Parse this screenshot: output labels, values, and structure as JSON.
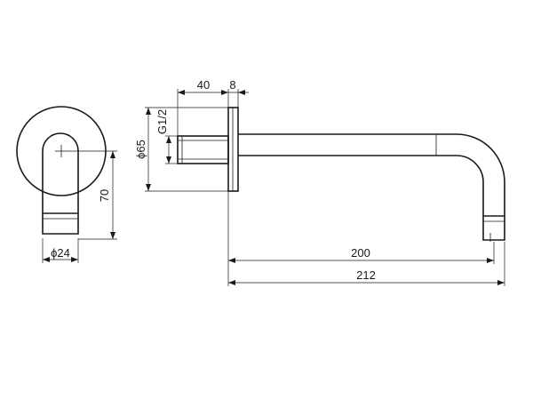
{
  "dimensions": {
    "outlet_diameter": "ϕ24",
    "height": "70",
    "flange_diameter": "ϕ65",
    "thread": "G1/2",
    "thread_length": "40",
    "flange_thickness": "8",
    "reach": "200",
    "overall_length": "212"
  }
}
